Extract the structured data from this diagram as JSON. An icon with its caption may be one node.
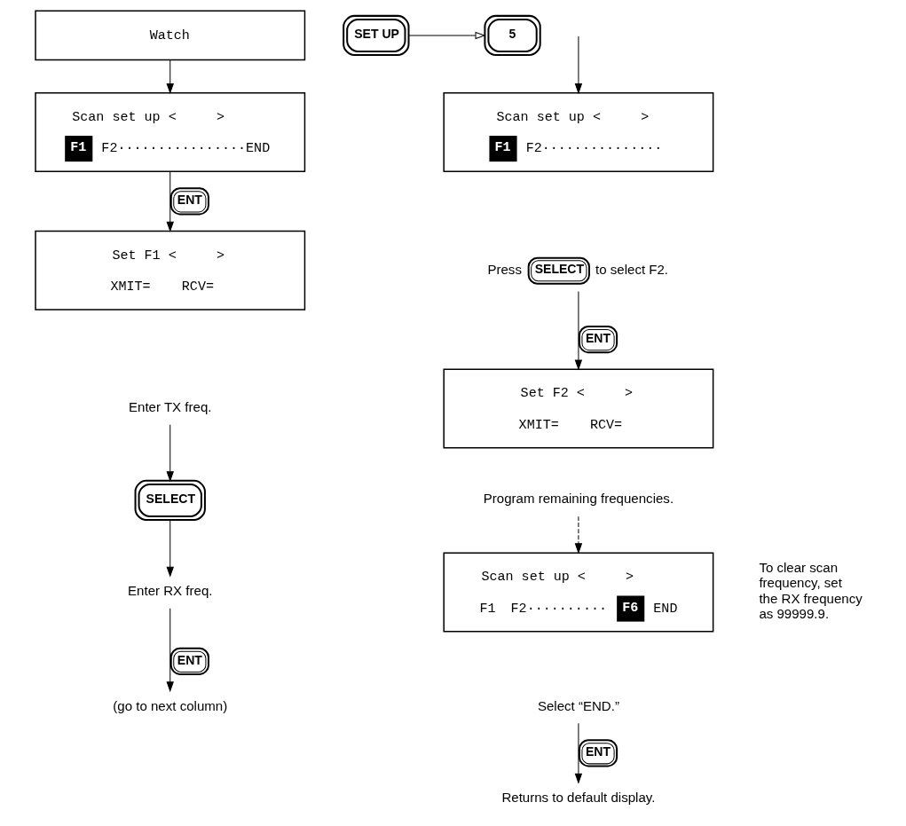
{
  "diagram": {
    "nodes": [
      {
        "text": [
          "Watch"
        ]
      },
      {
        "text": [
          "SET UP"
        ]
      },
      {
        "text": [
          "5"
        ]
      },
      {
        "text": [
          "Scan set up <     >",
          "F1",
          "F2················END"
        ]
      },
      {
        "text": [
          "Set F1 <     >",
          "XMIT=",
          "RCV="
        ]
      },
      {
        "text": [
          "Enter TX freq."
        ]
      },
      {
        "text": [
          "SELECT"
        ]
      },
      {
        "text": [
          "Enter RX freq."
        ]
      },
      {
        "text": [
          "(go to next column)"
        ]
      },
      {
        "text": [
          "Scan set up <     >",
          "F1",
          "F2···············"
        ]
      },
      {
        "text": [
          "Press",
          "SELECT",
          "to select F2."
        ]
      },
      {
        "text": [
          "Set F2 <     >",
          "XMIT=",
          "RCV="
        ]
      },
      {
        "text": [
          "Program remaining frequencies."
        ]
      },
      {
        "text": [
          "Scan set up <     >",
          "F1",
          "F2··········",
          "F6",
          "END"
        ]
      },
      {
        "text": [
          "Select “END.”"
        ]
      },
      {
        "text": [
          "Returns to default display."
        ]
      }
    ],
    "edges": [
      {
        "from": 0,
        "to": 3,
        "arrow": "to"
      },
      {
        "from": 1,
        "to": 2,
        "arrow": "to"
      },
      {
        "from": 3,
        "to": 4,
        "arrow": "to",
        "label": "ENT"
      },
      {
        "from": 5,
        "to": 6,
        "arrow": "to"
      },
      {
        "from": 6,
        "to": 7,
        "arrow": "to"
      },
      {
        "from": 7,
        "to": 8,
        "arrow": "to",
        "label": "ENT"
      },
      {
        "from": null,
        "to": 9,
        "arrow": "to"
      },
      {
        "from": 10,
        "to": 11,
        "arrow": "to",
        "label": "ENT"
      },
      {
        "from": 12,
        "to": 13,
        "arrow": "to",
        "style": "dashed"
      },
      {
        "from": 14,
        "to": 15,
        "arrow": "to",
        "label": "ENT"
      }
    ],
    "labels": [
      "To clear scan frequency, set the RX frequency as 99999.9."
    ]
  }
}
